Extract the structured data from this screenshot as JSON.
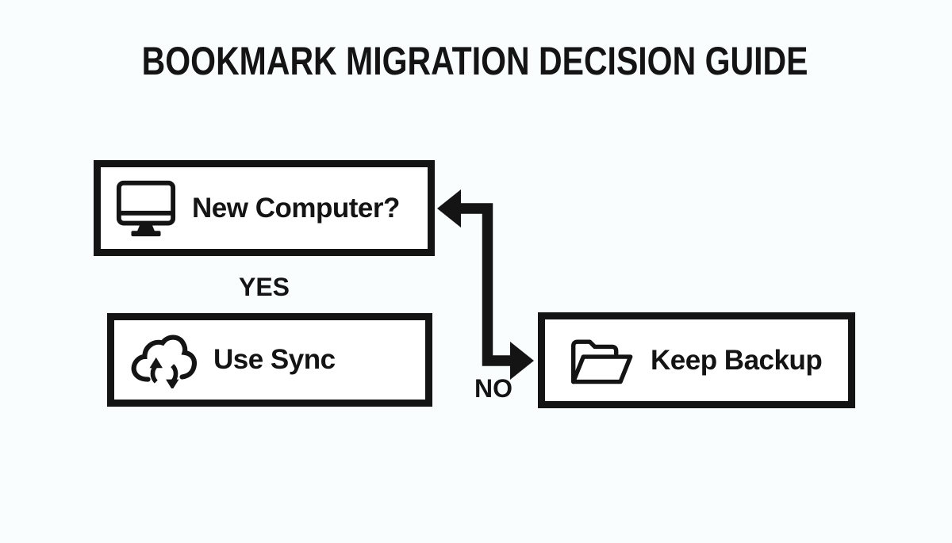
{
  "title": "BOOKMARK MIGRATION DECISION GUIDE",
  "colors": {
    "ink": "#141414",
    "background": "#f9fdfe",
    "box_fill": "#ffffff"
  },
  "nodes": [
    {
      "id": "new-computer",
      "label": "New Computer?",
      "icon": "desktop-monitor-icon"
    },
    {
      "id": "use-sync",
      "label": "Use Sync",
      "icon": "cloud-sync-icon"
    },
    {
      "id": "keep-backup",
      "label": "Keep Backup",
      "icon": "open-folder-icon"
    }
  ],
  "edges": [
    {
      "from": "new-computer",
      "to": "use-sync",
      "label": "YES"
    },
    {
      "from": "new-computer",
      "to": "keep-backup",
      "label": "NO",
      "style": "elbow-connector-with-arrowheads-at-both-ends"
    }
  ]
}
